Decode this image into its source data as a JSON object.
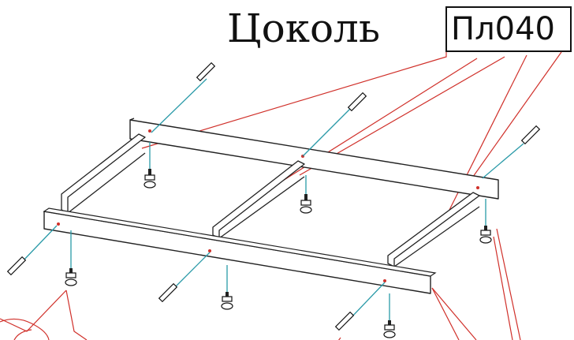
{
  "title": "Цоколь",
  "part_label": "Пл040",
  "colors": {
    "leader": "#d0302a",
    "guide": "#2a9aa8",
    "outline": "#222222"
  },
  "icons": [
    "screw-icon",
    "leveling-foot-icon",
    "screw-hole-marker"
  ]
}
